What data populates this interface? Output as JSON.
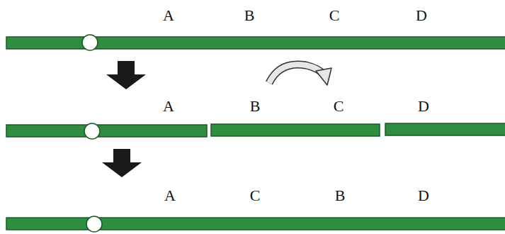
{
  "diagram": {
    "labels": [
      "A",
      "B",
      "C",
      "D",
      "A",
      "B",
      "C",
      "D",
      "A",
      "C",
      "B",
      "D"
    ]
  }
}
